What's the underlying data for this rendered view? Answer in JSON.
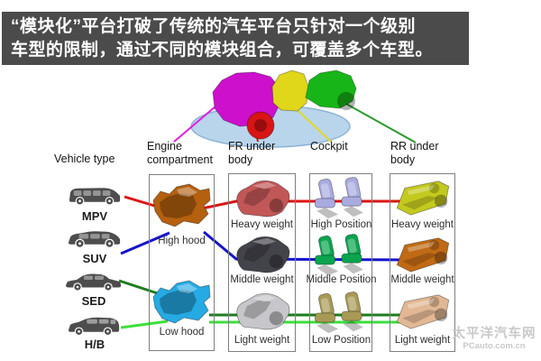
{
  "banner": {
    "line1": "“模块化”平台打破了传统的汽车平台只针对一个级别",
    "line2": "车型的限制，通过不同的模块组合，可覆盖多个车型。"
  },
  "headers": {
    "vehicle_type": "Vehicle type",
    "engine": "Engine compartment",
    "fr": "FR under body",
    "cockpit": "Cockpit",
    "rr": "RR under body"
  },
  "vehicles": [
    {
      "label": "MPV"
    },
    {
      "label": "SUV"
    },
    {
      "label": "SED"
    },
    {
      "label": "H/B"
    }
  ],
  "modules": {
    "engine": [
      {
        "label": "High hood",
        "color": "#b4600f"
      },
      {
        "label": "Low hood",
        "color": "#25aae3"
      }
    ],
    "fr": [
      {
        "label": "Heavy weight",
        "color": "#c25757"
      },
      {
        "label": "Middle weight",
        "color": "#43434b"
      },
      {
        "label": "Light weight",
        "color": "#c7c7cb"
      }
    ],
    "cockpit": [
      {
        "label": "High Position",
        "color": "#a9abe0"
      },
      {
        "label": "Middle Position",
        "color": "#0aa44e"
      },
      {
        "label": "Low Position",
        "color": "#a89a55"
      }
    ],
    "rr": [
      {
        "label": "Heavy weight",
        "color": "#c3c91e"
      },
      {
        "label": "Middle weight",
        "color": "#c06a15"
      },
      {
        "label": "Light weight",
        "color": "#e2b894"
      }
    ]
  },
  "colors": {
    "banner_bg": "#4b4b4b",
    "banner_text": "#ffffff",
    "vehicle": "#4d4d4d",
    "line_red": "#dd1414",
    "line_blue": "#1414cc",
    "line_dark_green": "#1e7d1e",
    "line_light_green": "#3dde3d",
    "pointer_magenta": "#e11ee1",
    "pointer_red": "#d81414",
    "pointer_yellow": "#e3d822",
    "pointer_green": "#2a9a2a",
    "ellipse_fill": "#b9d5ec",
    "ellipse_stroke": "#8fb3d6",
    "chassis_engine": "#cc10cc",
    "chassis_fr_wheel": "#d81414",
    "chassis_cockpit": "#e0d61a",
    "chassis_rr": "#17b517",
    "watermark": "#c9c9c9"
  },
  "watermark": {
    "site_name": "太平洋汽车网",
    "site_url": "PCauto.com.cn"
  }
}
